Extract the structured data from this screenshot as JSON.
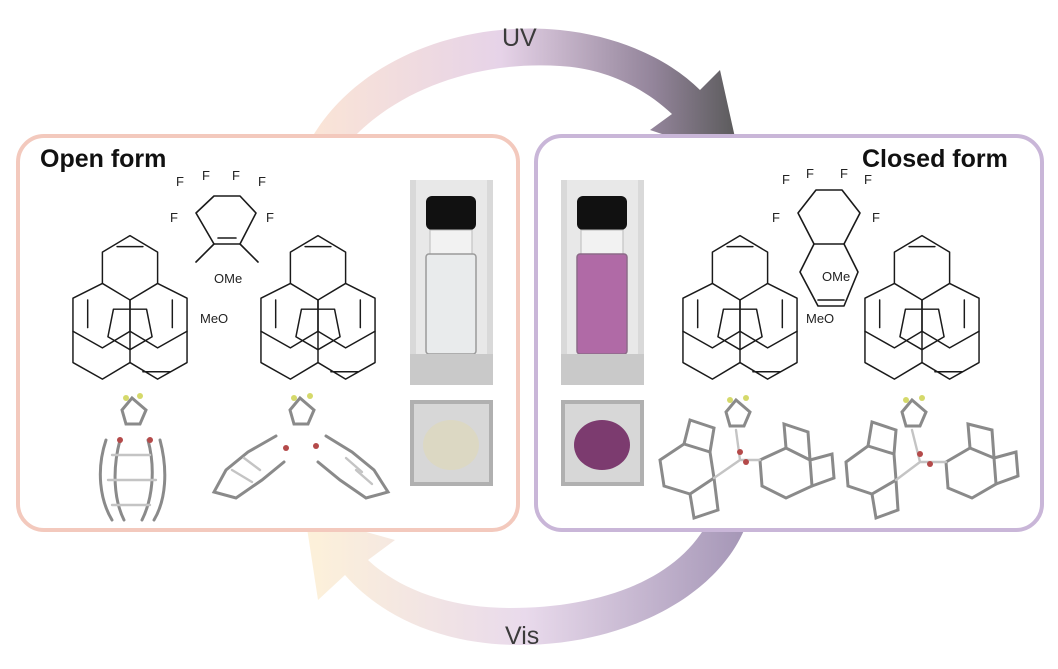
{
  "cycle": {
    "forward_label": "UV",
    "reverse_label": "Vis"
  },
  "open_form": {
    "title": "Open form",
    "substituents": {
      "fluorine": "F",
      "methoxy_upper": "OMe",
      "methoxy_lower": "MeO"
    },
    "solution_color": "#e9ebec",
    "film_color": "#dcd8c3"
  },
  "closed_form": {
    "title": "Closed form",
    "substituents": {
      "fluorine": "F",
      "methoxy_upper": "OMe",
      "methoxy_lower": "MeO"
    },
    "solution_color": "#b06aa6",
    "film_color": "#7c3b6f"
  },
  "colors": {
    "open_panel_border": "#f3c9bd",
    "closed_panel_border": "#c9b6d8",
    "arrow_dark": "#4a4a4a"
  }
}
